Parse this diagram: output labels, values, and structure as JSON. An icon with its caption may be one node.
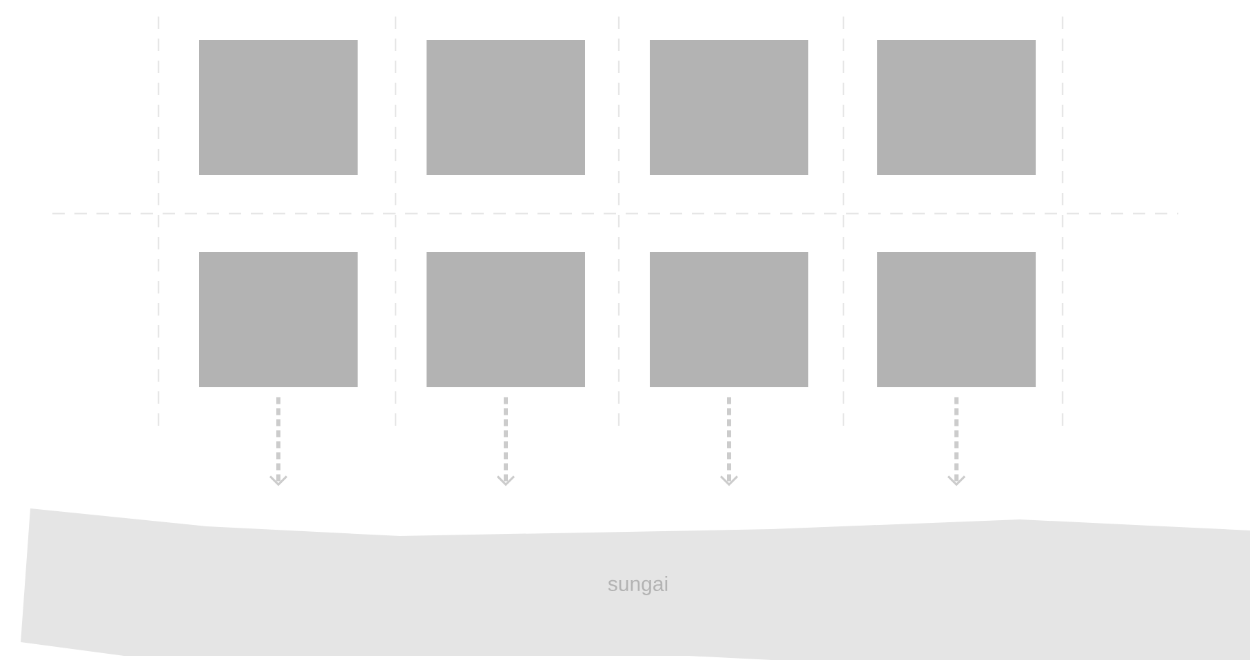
{
  "diagram": {
    "nodes": [
      {
        "text": [],
        "shape": "box"
      },
      {
        "text": [],
        "shape": "box"
      },
      {
        "text": [],
        "shape": "box"
      },
      {
        "text": [],
        "shape": "box"
      },
      {
        "text": [],
        "shape": "box"
      },
      {
        "text": [],
        "shape": "box"
      },
      {
        "text": [],
        "shape": "box"
      },
      {
        "text": [],
        "shape": "box"
      },
      {
        "text": [
          "sungai"
        ]
      }
    ],
    "edges": [
      {
        "from": 4,
        "to": 8,
        "arrow": "to",
        "style": "dashed"
      },
      {
        "from": 5,
        "to": 8,
        "arrow": "to",
        "style": "dashed"
      },
      {
        "from": 6,
        "to": 8,
        "arrow": "to",
        "style": "dashed"
      },
      {
        "from": 7,
        "to": 8,
        "arrow": "to",
        "style": "dashed"
      }
    ]
  }
}
